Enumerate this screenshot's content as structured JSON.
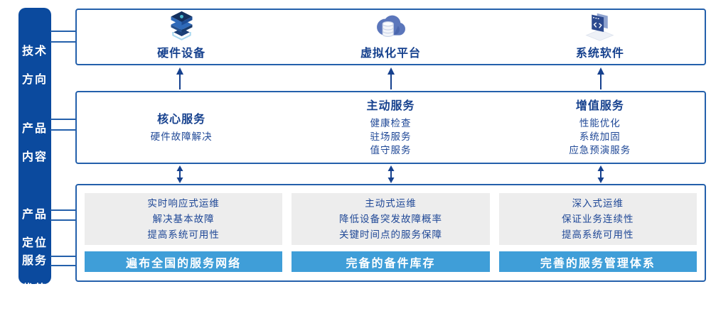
{
  "colors": {
    "sidebar_bg": "#0b4a9e",
    "box_border": "#2460ab",
    "title_text": "#16418e",
    "body_text": "#1e4796",
    "panel_bg": "#ededed",
    "banner_bg": "#3f9ed8",
    "banner_text": "#ffffff",
    "arrow": "#16418e"
  },
  "sidebar": {
    "labels": [
      {
        "id": "tech-direction",
        "line1": "技术",
        "line2": "方向"
      },
      {
        "id": "product-content",
        "line1": "产品",
        "line2": "内容"
      },
      {
        "id": "product-positioning",
        "line1": "产品",
        "line2": "定位"
      },
      {
        "id": "service-advantage",
        "line1": "服务",
        "line2": "优势"
      }
    ]
  },
  "tech_row": {
    "items": [
      {
        "label": "硬件设备",
        "icon": "server-stack-icon"
      },
      {
        "label": "虚拟化平台",
        "icon": "cloud-database-icon"
      },
      {
        "label": "系统软件",
        "icon": "software-window-icon"
      }
    ]
  },
  "content_row": {
    "columns": [
      {
        "title": "核心服务",
        "items": [
          "硬件故障解决"
        ]
      },
      {
        "title": "主动服务",
        "items": [
          "健康检查",
          "驻场服务",
          "值守服务"
        ]
      },
      {
        "title": "增值服务",
        "items": [
          "性能优化",
          "系统加固",
          "应急预演服务"
        ]
      }
    ]
  },
  "bottom_row": {
    "columns": [
      {
        "positioning": [
          "实时响应式运维",
          "解决基本故障",
          "提高系统可用性"
        ],
        "advantage": "遍布全国的服务网络"
      },
      {
        "positioning": [
          "主动式运维",
          "降低设备突发故障概率",
          "关键时间点的服务保障"
        ],
        "advantage": "完备的备件库存"
      },
      {
        "positioning": [
          "深入式运维",
          "保证业务连续性",
          "提高系统可用性"
        ],
        "advantage": "完善的服务管理体系"
      }
    ]
  }
}
